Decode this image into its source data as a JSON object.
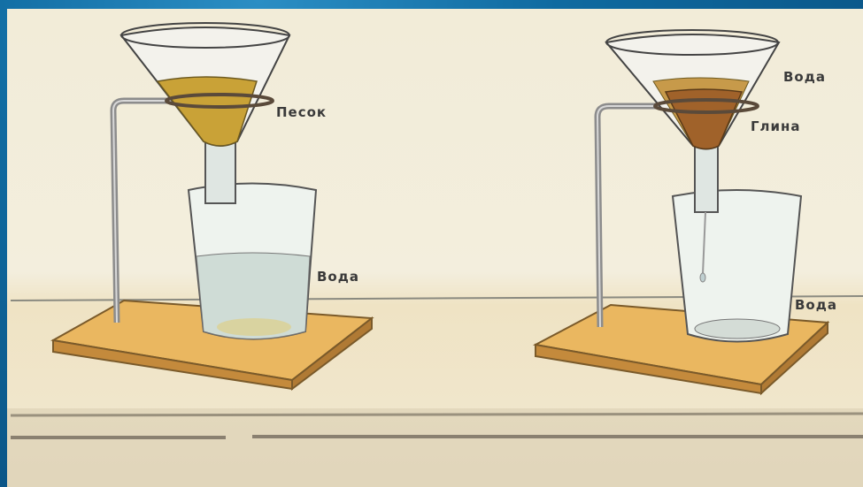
{
  "labels": {
    "left_funnel_content": "Песок",
    "left_glass_content": "Вода",
    "right_funnel_top": "Вода",
    "right_funnel_content": "Глина",
    "right_glass_content": "Вода"
  },
  "colors": {
    "background": "#0f6aa0",
    "paper": "#f3eedd",
    "wood_board": "#e8b058",
    "sand": "#c9a237",
    "clay": "#a0622a",
    "water": "#cfe0da"
  }
}
